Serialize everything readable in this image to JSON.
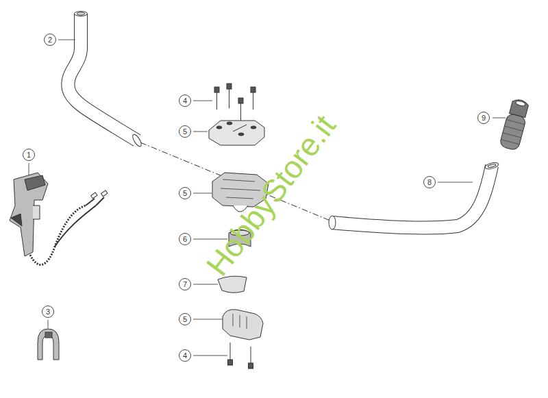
{
  "diagram": {
    "labels": [
      "2",
      "4",
      "9",
      "5",
      "1",
      "8",
      "5",
      "6",
      "7",
      "3",
      "5",
      "4",
      "HobbyStore.it"
    ]
  }
}
